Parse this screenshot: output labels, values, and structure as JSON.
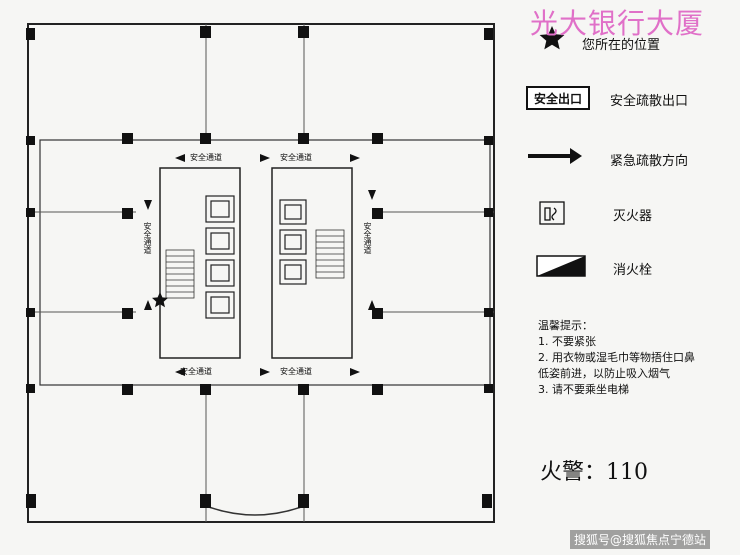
{
  "title": "光大银行大厦",
  "legend": {
    "you_are_here": "您所在的位置",
    "exit_sign_text": "安全出口",
    "exit_label": "安全疏散出口",
    "direction_label": "紧急疏散方向",
    "extinguisher_label": "灭火器",
    "hydrant_label": "消火栓"
  },
  "tips": {
    "heading": "温馨提示：",
    "lines": [
      "1. 不要紧张",
      "2. 用衣物或湿毛巾等物捂住口鼻",
      "低姿前进，以防止吸入烟气",
      "3. 请不要乘坐电梯"
    ]
  },
  "fire_alarm": "火警：110",
  "plan": {
    "corridor_label": "安全通道",
    "corridor_vertical_label": "安全通道"
  },
  "watermark": "搜狐号@搜狐焦点宁德站",
  "colors": {
    "title": "#e070c8",
    "ink": "#111111",
    "paper": "#f6f6f4"
  }
}
